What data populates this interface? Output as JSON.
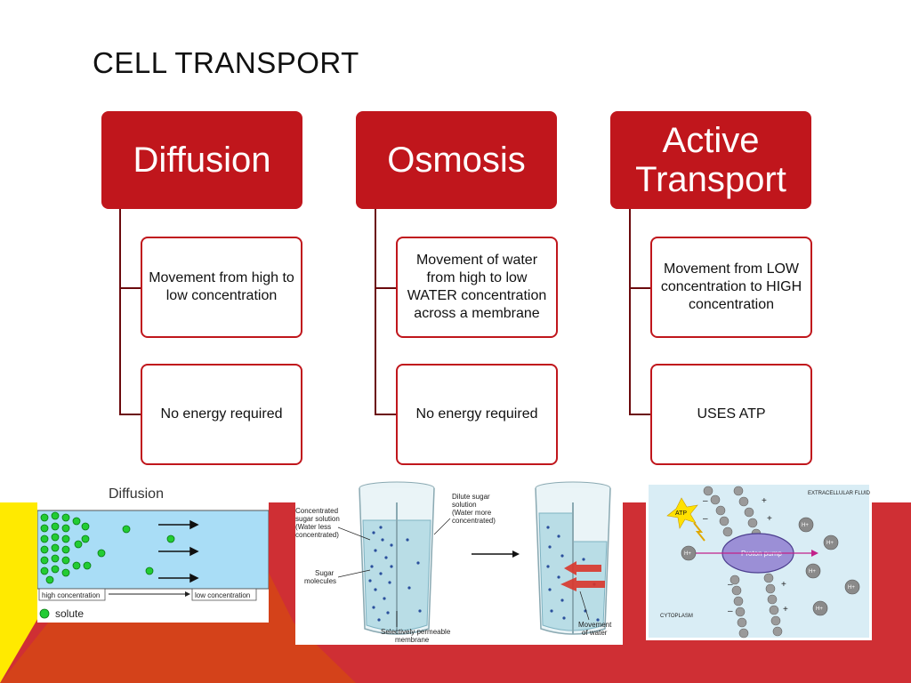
{
  "title": "CELL TRANSPORT",
  "columns": [
    {
      "header": "Diffusion",
      "item1": "Movement from high to low concentration",
      "item2": "No energy required"
    },
    {
      "header": "Osmosis",
      "item1": "Movement of water from high to low WATER concentration across a membrane",
      "item2": "No energy required"
    },
    {
      "header": "Active Transport",
      "item1": "Movement from LOW concentration to HIGH concentration",
      "item2": "USES ATP"
    }
  ],
  "diffusion_image": {
    "title": "Diffusion",
    "high_label": "high concentration",
    "low_label": "low concentration",
    "legend": "solute"
  },
  "osmosis_image": {
    "left_top": "Concentrated sugar solution (Water less concentrated)",
    "sugar": "Sugar molecules",
    "membrane": "Selectively permeable membrane",
    "right_top": "Dilute sugar solution (Water more concentrated)",
    "movement": "Movement of water"
  },
  "pump_image": {
    "extracellular": "EXTRACELLULAR FLUID",
    "cytoplasm": "CYTOPLASM",
    "pump": "Proton pump",
    "atp": "ATP",
    "ion": "H+"
  },
  "colors": {
    "accent": "#c0161c",
    "yellow": "#ffea00",
    "orange": "#d4421a",
    "red": "#cf2f34"
  }
}
